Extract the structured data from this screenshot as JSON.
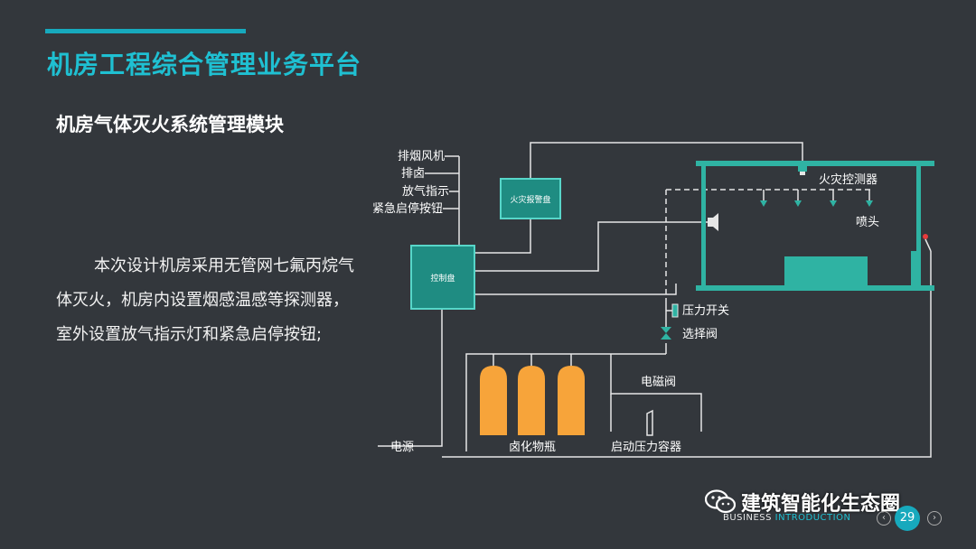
{
  "header": {
    "title": "机房工程综合管理业务平台",
    "subtitle": "机房气体灭火系统管理模块"
  },
  "description": "本次设计机房采用无管网七氟丙烷气体灭火，机房内设置烟感温感等探测器，室外设置放气指示灯和紧急启停按钮;",
  "diagram": {
    "outputs": [
      "排烟风机",
      "排卤",
      "放气指示",
      "紧急启停按钮"
    ],
    "alarm_panel": "火灾报警盘",
    "control_panel": "控制盘",
    "detector": "火灾控测器",
    "nozzle": "喷头",
    "pressure_switch": "压力开关",
    "selector_valve": "选择阀",
    "solenoid_valve": "电磁阀",
    "power": "电源",
    "cylinders": "卤化物瓶",
    "starter": "启动压力容器",
    "colors": {
      "panel_fill": "#1f8c82",
      "panel_border": "#57d6c9",
      "room_wall": "#2fb3a3",
      "cylinder": "#f7a43a",
      "line": "#e6e6e6"
    }
  },
  "watermark": {
    "text": "建筑智能化生态圈",
    "icon": "wechat-icon"
  },
  "footer": {
    "business": "BUSINESS",
    "introduction": " INTRODUCTION",
    "page": "29",
    "prev": "‹",
    "next": "›"
  }
}
